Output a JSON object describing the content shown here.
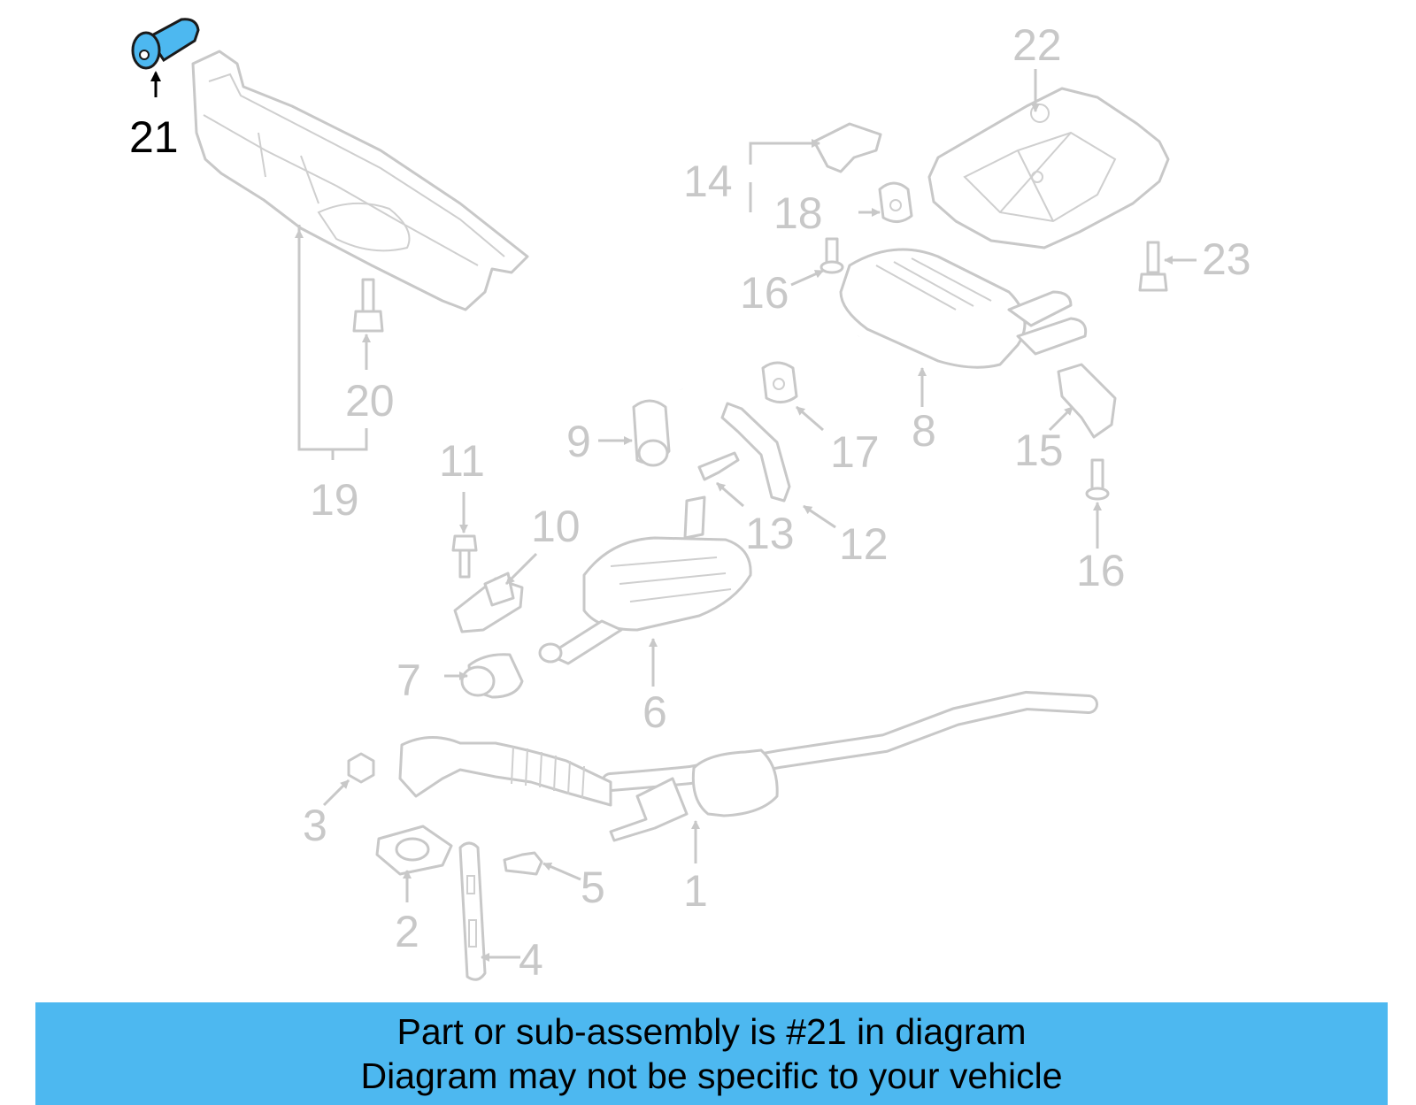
{
  "colors": {
    "highlight": "#4db8f0",
    "line_art": "#c8c8c8",
    "highlight_label": "#000000"
  },
  "diagram": {
    "highlighted_part": "21",
    "callouts": [
      "1",
      "2",
      "3",
      "4",
      "5",
      "6",
      "7",
      "8",
      "9",
      "10",
      "11",
      "12",
      "13",
      "14",
      "15",
      "16",
      "16",
      "17",
      "18",
      "19",
      "20",
      "21",
      "22",
      "23"
    ]
  },
  "footer": {
    "line1": "Part or sub-assembly is #21 in diagram",
    "line2": "Diagram may not be specific to your vehicle"
  }
}
